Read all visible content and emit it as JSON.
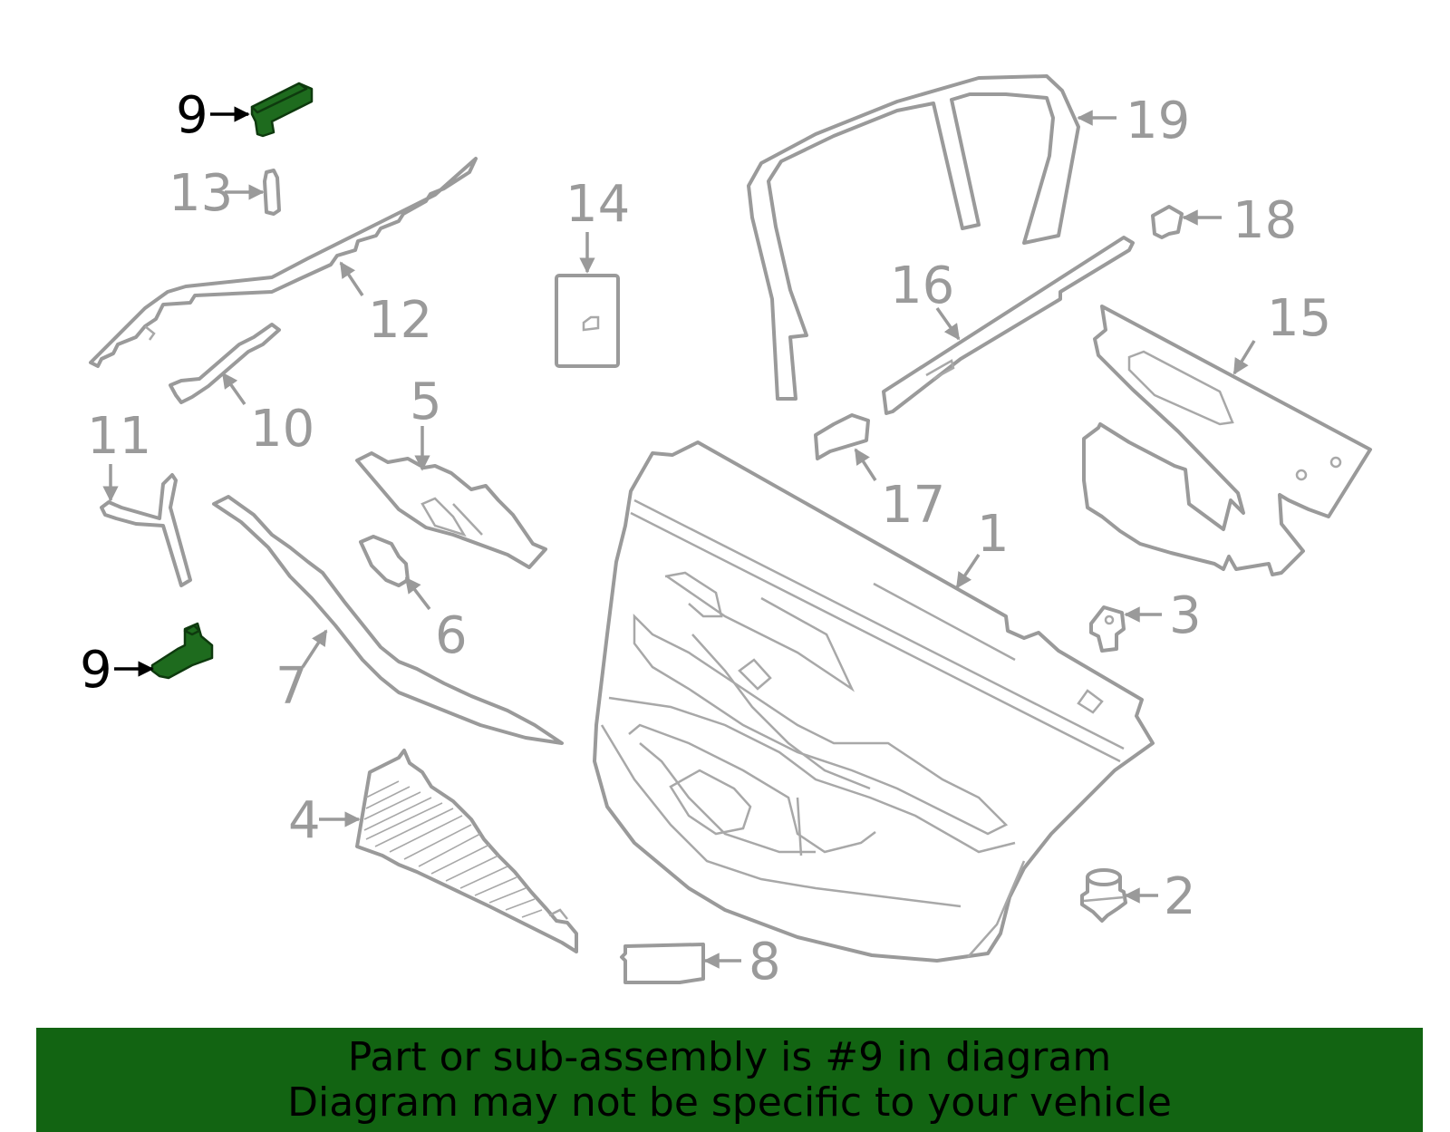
{
  "diagram": {
    "highlight_color": "#1e6b1e",
    "callouts": [
      {
        "id": "c1",
        "label": "1"
      },
      {
        "id": "c2",
        "label": "2"
      },
      {
        "id": "c3",
        "label": "3"
      },
      {
        "id": "c4",
        "label": "4"
      },
      {
        "id": "c5",
        "label": "5"
      },
      {
        "id": "c6",
        "label": "6"
      },
      {
        "id": "c7",
        "label": "7"
      },
      {
        "id": "c8",
        "label": "8"
      },
      {
        "id": "c9a",
        "label": "9",
        "highlighted": true
      },
      {
        "id": "c9b",
        "label": "9",
        "highlighted": true
      },
      {
        "id": "c10",
        "label": "10"
      },
      {
        "id": "c11",
        "label": "11"
      },
      {
        "id": "c12",
        "label": "12"
      },
      {
        "id": "c13",
        "label": "13"
      },
      {
        "id": "c14",
        "label": "14"
      },
      {
        "id": "c15",
        "label": "15"
      },
      {
        "id": "c16",
        "label": "16"
      },
      {
        "id": "c17",
        "label": "17"
      },
      {
        "id": "c18",
        "label": "18"
      },
      {
        "id": "c19",
        "label": "19"
      }
    ]
  },
  "banner": {
    "background": "#126412",
    "line1": "Part or sub-assembly is #9 in diagram",
    "line2": "Diagram may not be specific to your vehicle"
  }
}
